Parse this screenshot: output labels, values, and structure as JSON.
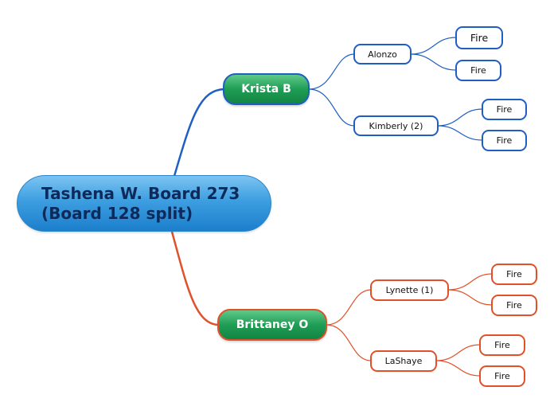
{
  "root": {
    "label": "Tashena W. Board 273\n(Board 128 split)"
  },
  "branches": [
    {
      "label": "Krista B",
      "color": "#1f5fc4",
      "children": [
        {
          "label": "Alonzo",
          "children": [
            "Fire",
            "Fire"
          ]
        },
        {
          "label": "Kimberly (2)",
          "children": [
            "Fire",
            "Fire"
          ]
        }
      ]
    },
    {
      "label": "Brittaney O",
      "color": "#e0512a",
      "children": [
        {
          "label": "Lynette (1)",
          "children": [
            "Fire",
            "Fire"
          ]
        },
        {
          "label": "LaShaye",
          "children": [
            "Fire",
            "Fire"
          ]
        }
      ]
    }
  ]
}
